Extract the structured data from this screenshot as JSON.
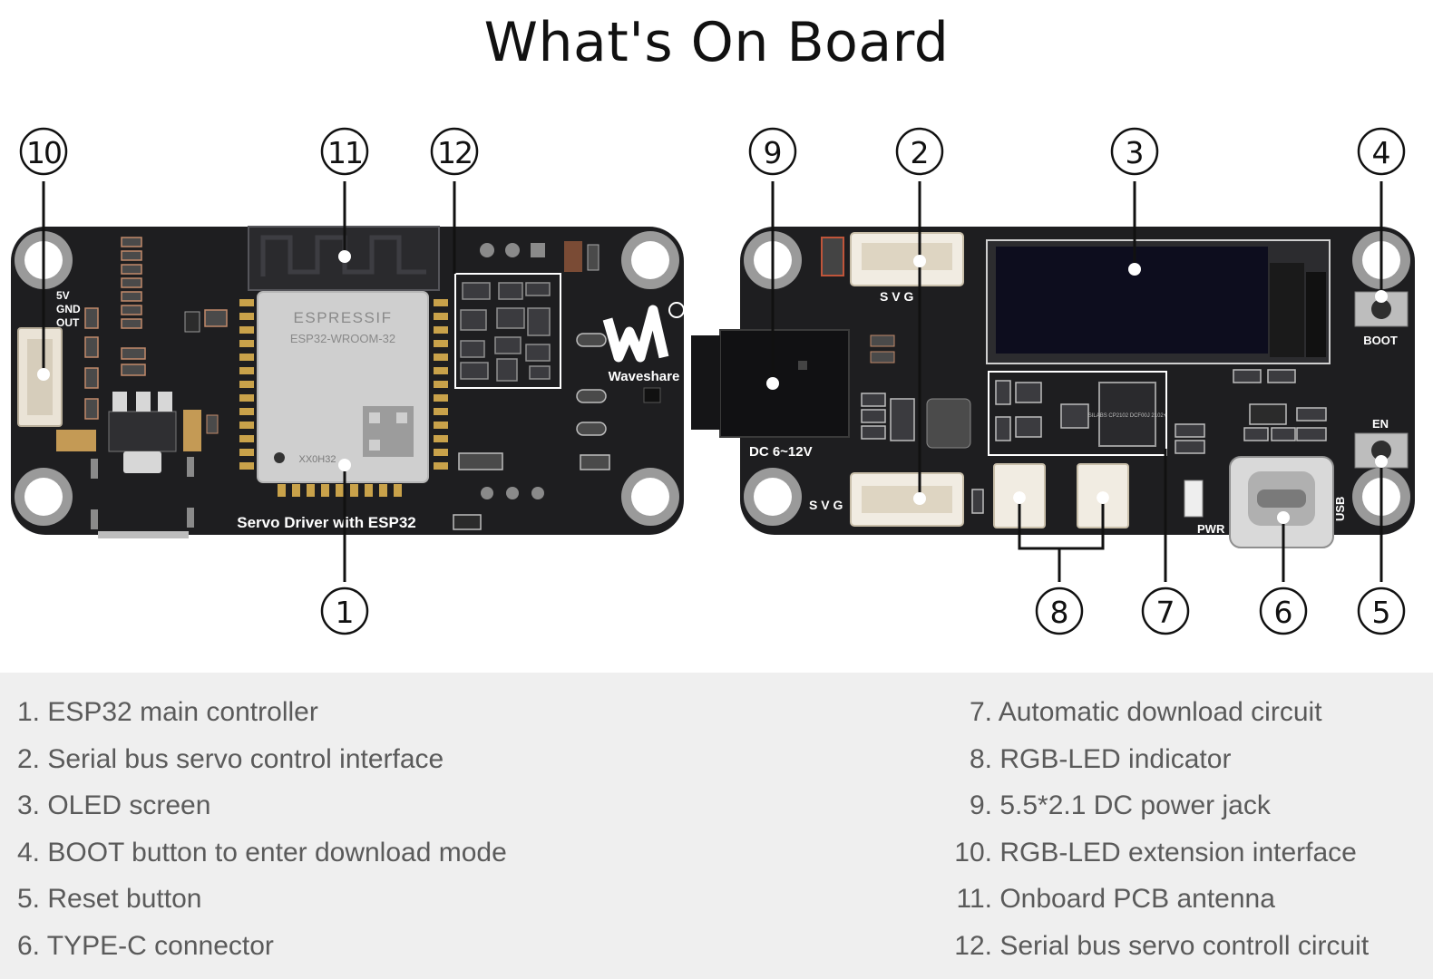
{
  "title": "What's On Board",
  "board_labels": {
    "pin_5v": "5V",
    "pin_gnd": "GND",
    "pin_out": "OUT",
    "chip_brand": "ESPRESSIF",
    "chip_model": "ESP32-WROOM-32",
    "chip_code": "XX0H32",
    "brand_name": "Waveshare",
    "silkscreen_title": "Servo Driver with ESP32",
    "svg_top": "S  V  G",
    "svg_bottom": "S  V  G",
    "dc_input": "DC 6~12V",
    "boot_label": "BOOT",
    "en_label": "EN",
    "pwr_label": "PWR",
    "usb_label": "USB",
    "ic_text": "SILABS CP2102 DCF00J 2102+"
  },
  "callouts": [
    "1",
    "2",
    "3",
    "4",
    "5",
    "6",
    "7",
    "8",
    "9",
    "10",
    "11",
    "12"
  ],
  "colors": {
    "board": "#1e1e20",
    "callout_stroke": "#111111",
    "legend_bg": "#efefef",
    "legend_text": "#5a5a5a"
  },
  "legend": {
    "left": [
      {
        "num": "1.",
        "text": "ESP32 main controller"
      },
      {
        "num": "2.",
        "text": "Serial bus servo control interface"
      },
      {
        "num": "3.",
        "text": "OLED screen"
      },
      {
        "num": "4.",
        "text": "BOOT button to enter download mode"
      },
      {
        "num": "5.",
        "text": "Reset button"
      },
      {
        "num": "6.",
        "text": "TYPE-C connector"
      }
    ],
    "right": [
      {
        "num": "7.",
        "text": "Automatic download circuit"
      },
      {
        "num": "8.",
        "text": "RGB-LED indicator"
      },
      {
        "num": "9.",
        "text": "5.5*2.1 DC power jack"
      },
      {
        "num": "10.",
        "text": "RGB-LED extension interface"
      },
      {
        "num": "11.",
        "text": "Onboard PCB antenna"
      },
      {
        "num": "12.",
        "text": "Serial bus servo controll circuit"
      }
    ]
  }
}
